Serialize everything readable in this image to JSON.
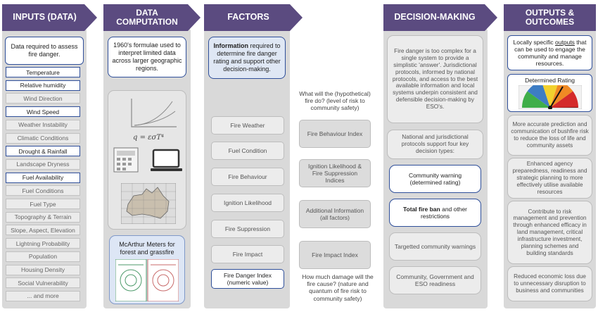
{
  "colors": {
    "header": "#5b4b80",
    "column": "#d9d9d9",
    "highlight": "#2f4f9a"
  },
  "inputs": {
    "title": "INPUTS (DATA)",
    "intro": "Data required to assess fire danger.",
    "items": [
      {
        "label": "Temperature",
        "selected": true
      },
      {
        "label": "Relative humidity",
        "selected": true
      },
      {
        "label": "Wind Direction",
        "selected": false
      },
      {
        "label": "Wind Speed",
        "selected": true
      },
      {
        "label": "Weather Instability",
        "selected": false
      },
      {
        "label": "Climatic Conditions",
        "selected": false
      },
      {
        "label": "Drought & Rainfall",
        "selected": true
      },
      {
        "label": "Landscape Dryness",
        "selected": false
      },
      {
        "label": "Fuel Availability",
        "selected": true
      },
      {
        "label": "Fuel Conditions",
        "selected": false
      },
      {
        "label": "Fuel Type",
        "selected": false
      },
      {
        "label": "Topography & Terrain",
        "selected": false
      },
      {
        "label": "Slope, Aspect, Elevation",
        "selected": false
      },
      {
        "label": "Lightning Probability",
        "selected": false
      },
      {
        "label": "Population",
        "selected": false
      },
      {
        "label": "Housing Density",
        "selected": false
      },
      {
        "label": "Social Vulnerability",
        "selected": false
      },
      {
        "label": "... and more",
        "selected": false
      }
    ]
  },
  "computation": {
    "title_line1": "DATA",
    "title_line2": "COMPUTATION",
    "intro": "1960's formulae used to interpret limited data across larger geographic regions.",
    "formula": "q = εσT⁴",
    "meters_label": "McArthur Meters for forest and grassfire"
  },
  "factors": {
    "title": "FACTORS",
    "intro_bold": "Information",
    "intro_rest": " required to determine fire danger rating and support other decision-making.",
    "items": [
      "Fire Weather",
      "Fuel Condition",
      "Fire Behaviour",
      "Ignition Likelihood",
      "Fire Suppression",
      "Fire Impact",
      "Fire Danger Index (numeric value)"
    ],
    "question_top": "What will the (hypothetical) fire do? (level of risk to community safety)",
    "question_bottom": "How much damage will the fire cause? (nature and quantum of fire risk to community safety)",
    "indices": [
      "Fire Behaviour Index",
      "Ignition Likelihood & Fire Suppression Indices",
      "Additional Information (all factors)",
      "Fire Impact Index"
    ]
  },
  "decision": {
    "title": "DECISION-MAKING",
    "intro": "Fire danger is too complex for a single system to provide a simplistic 'answer'. Jurisdictional protocols, informed by national protocols, and access to the best available information and local systems underpin consistent and defensible decision-making by ESO's.",
    "protocols": "National and jurisdictional protocols support four key decision types:",
    "types": [
      {
        "bold": "",
        "text": "Community warning (determined rating)",
        "selected": true
      },
      {
        "bold": "Total fire ban",
        "text": " and other restrictions",
        "selected": true
      },
      {
        "bold": "",
        "text": "Targetted community warnings",
        "selected": false
      },
      {
        "bold": "",
        "text": "Community, Government and ESO readiness",
        "selected": false
      }
    ]
  },
  "outputs": {
    "title_line1": "OUTPUTS &",
    "title_line2": "OUTCOMES",
    "intro_pre": "Locally specific ",
    "intro_underline": "outputs",
    "intro_post": " that can be used to engage the community and manage resources.",
    "rating_label": "Determined Rating",
    "outcomes": [
      "More accurate prediction and communication of bushfire risk to reduce the loss of life and community assets",
      "Enhanced agency preparedness, readiness and strategic planning to more effectively utilise available resources",
      "Contribute to risk management and prevention through enhanced efficacy in land management, critical infrastructure investment, planning schemes and building standards",
      "Reduced economic loss due to unnecessary disruption to business and communities"
    ]
  }
}
